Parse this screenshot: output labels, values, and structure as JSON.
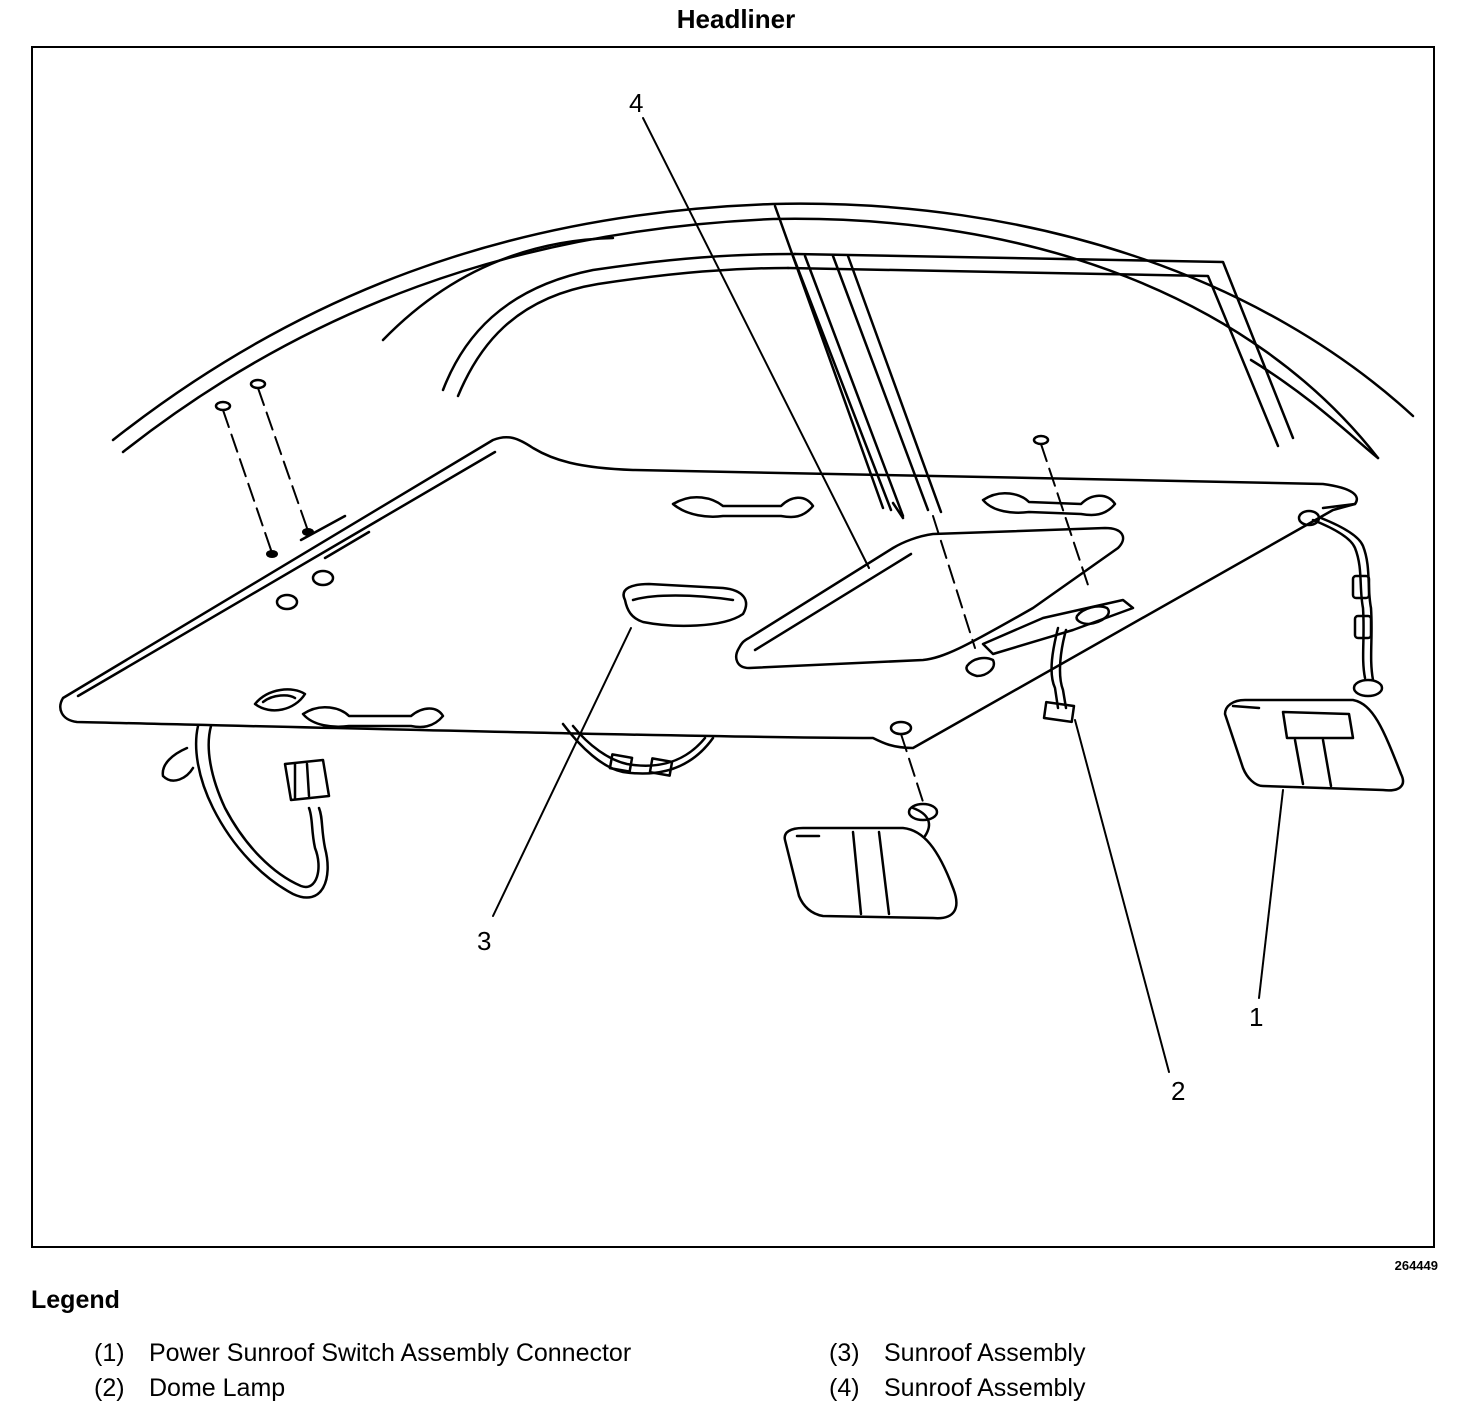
{
  "title": "Headliner",
  "figure_id": "264449",
  "callouts": [
    "1",
    "2",
    "3",
    "4"
  ],
  "legend": {
    "heading": "Legend",
    "items": [
      {
        "num": "(1)",
        "label": "Power Sunroof Switch Assembly Connector"
      },
      {
        "num": "(2)",
        "label": "Dome Lamp"
      },
      {
        "num": "(3)",
        "label": "Sunroof Assembly"
      },
      {
        "num": "(4)",
        "label": "Sunroof Assembly"
      }
    ]
  }
}
